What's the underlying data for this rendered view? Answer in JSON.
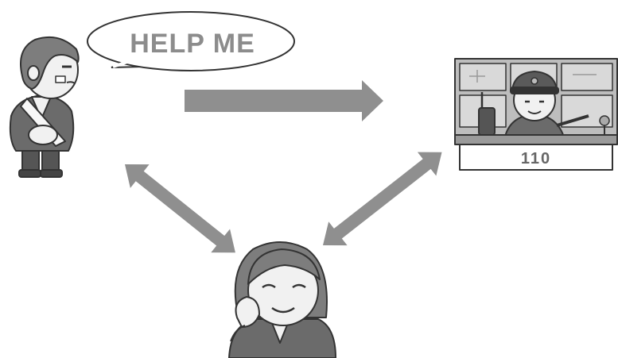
{
  "bubble": {
    "text": "HELP  ME"
  },
  "desk_sign": {
    "text": "110"
  },
  "colors": {
    "arrow": "#8f8f8f",
    "line": "#333333",
    "skin": "#f1f1f1",
    "hair": "#7d7d7d",
    "suit": "#6b6b6b",
    "bubble_text": "#8c8c8c",
    "screen": "#d9d9d9"
  },
  "figures": [
    {
      "name": "injured-man",
      "icon": "injured-person-icon"
    },
    {
      "name": "police-officer",
      "icon": "police-dispatcher-icon"
    },
    {
      "name": "woman",
      "icon": "bystander-woman-icon"
    }
  ],
  "arrows": [
    {
      "from": "injured-man",
      "to": "police-officer",
      "direction": "one-way"
    },
    {
      "from": "injured-man",
      "to": "woman",
      "direction": "two-way"
    },
    {
      "from": "woman",
      "to": "police-officer",
      "direction": "two-way"
    }
  ]
}
